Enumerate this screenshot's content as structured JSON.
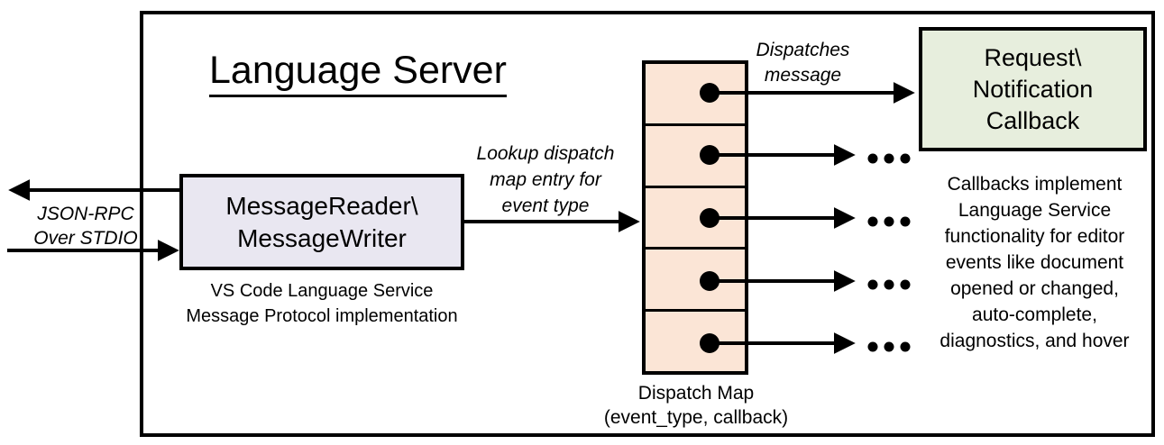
{
  "title": "Language Server",
  "io_label": {
    "line1": "JSON-RPC",
    "line2": "Over STDIO"
  },
  "message_box": {
    "line1": "MessageReader\\",
    "line2": "MessageWriter",
    "caption1": "VS Code Language Service",
    "caption2": "Message Protocol implementation"
  },
  "lookup_label": {
    "line1": "Lookup dispatch",
    "line2": "map entry for",
    "line3": "event type"
  },
  "dispatch_label": {
    "line1": "Dispatches",
    "line2": "message"
  },
  "dispatch_map": {
    "caption1": "Dispatch Map",
    "caption2": "(event_type, callback)",
    "row_count": 5
  },
  "callback_box": {
    "line1": "Request\\",
    "line2": "Notification",
    "line3": "Callback"
  },
  "callback_note": {
    "line1": "Callbacks implement",
    "line2": "Language Service",
    "line3": "functionality for editor",
    "line4": "events like document",
    "line5": "opened or changed,",
    "line6": "auto-complete,",
    "line7": "diagnostics, and hover"
  },
  "colors": {
    "message_box_fill": "#e9e7f1",
    "dispatch_map_fill": "#fbe5d6",
    "callback_box_fill": "#e7eedd",
    "stroke": "#000000",
    "background": "#ffffff"
  }
}
